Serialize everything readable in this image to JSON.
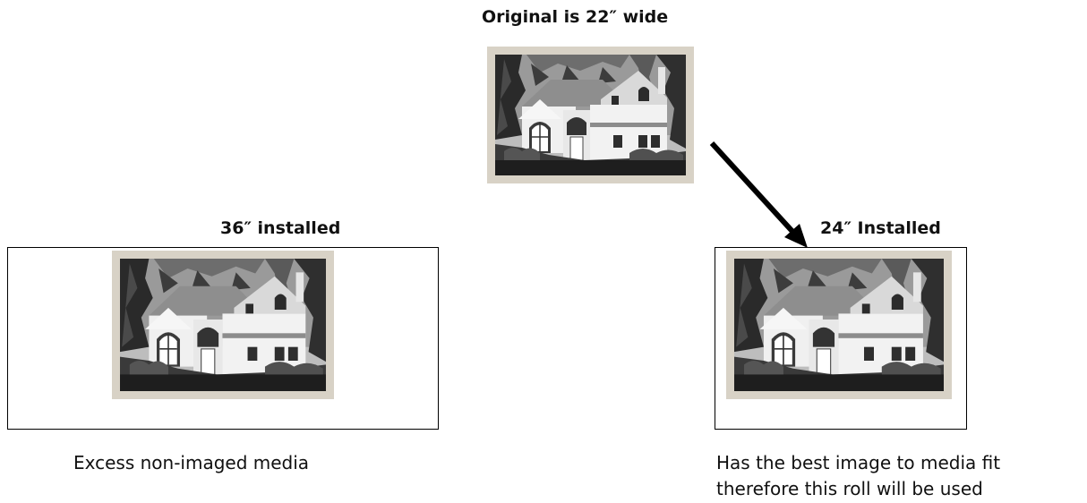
{
  "original": {
    "title": "Original is 22″ wide",
    "image_icon": "house-photo-icon"
  },
  "left": {
    "title": "36″ installed",
    "caption_lines": [
      "Excess non-imaged media"
    ],
    "image_icon": "house-photo-icon"
  },
  "right": {
    "title": "24″ Installed",
    "caption_lines": [
      "Has the best image to media fit",
      "therefore this roll will be used"
    ],
    "image_icon": "house-photo-icon"
  },
  "arrow_icon": "arrow-down-right-icon"
}
